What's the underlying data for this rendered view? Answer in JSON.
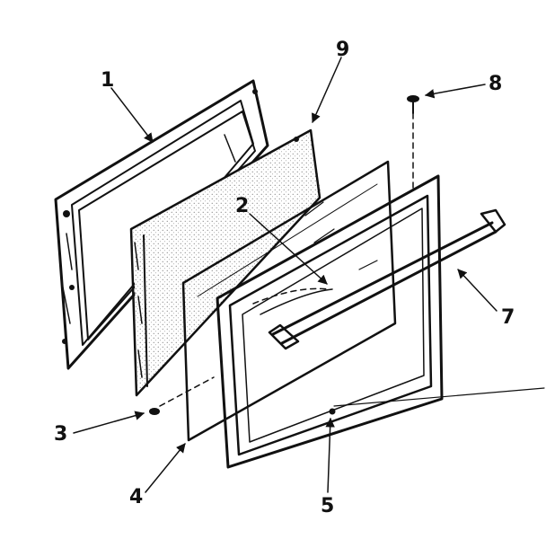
{
  "parts": [
    {
      "id": "1",
      "label": "1"
    },
    {
      "id": "2",
      "label": "2"
    },
    {
      "id": "3",
      "label": "3"
    },
    {
      "id": "4",
      "label": "4"
    },
    {
      "id": "5",
      "label": "5"
    },
    {
      "id": "7",
      "label": "7"
    },
    {
      "id": "8",
      "label": "8"
    },
    {
      "id": "9",
      "label": "9"
    }
  ],
  "colors": {
    "ink": "#111111",
    "panel_fill": "#eeeeee",
    "background": "#ffffff"
  }
}
